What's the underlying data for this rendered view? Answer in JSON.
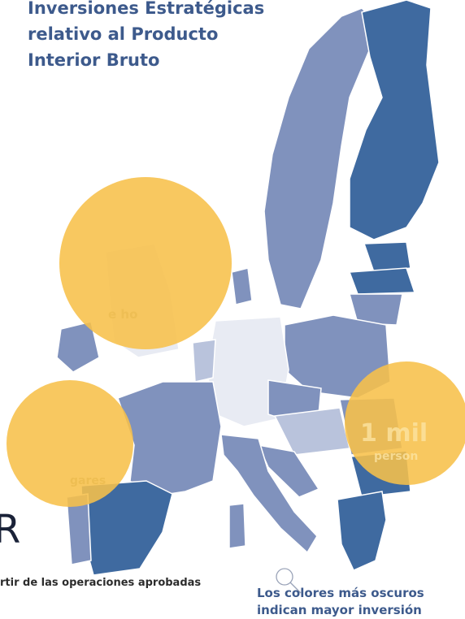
{
  "title": {
    "line1": "Inversiones Estratégicas",
    "line2": "relativo al Producto",
    "line3": "Interior Bruto"
  },
  "big_letter": "R",
  "source_text": "rtir de las operaciones aprobadas",
  "legend": {
    "line1": "Los colores más oscuros",
    "line2": "indican mayor inversión"
  },
  "bubble_labels": {
    "left_fragment": "gares",
    "right_number": "1 mil",
    "right_unit": "person",
    "top_fragment": "e ho"
  },
  "colors": {
    "high": "#3f6aa0",
    "mid": "#8092bd",
    "low": "#b9c3dc",
    "none": "#e8ebf3",
    "bubble": "#f7c04a",
    "title": "#3d5a8c"
  },
  "icons": {
    "legend": "magnifier-icon"
  }
}
